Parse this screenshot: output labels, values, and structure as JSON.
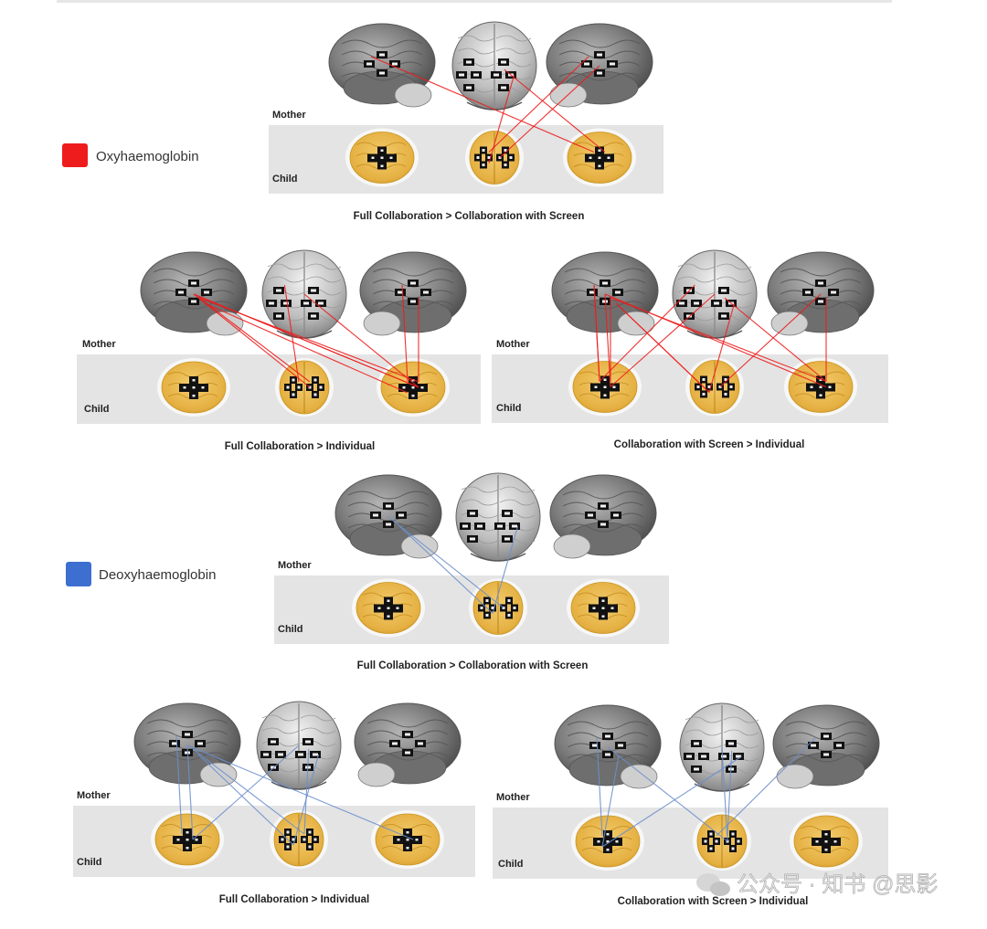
{
  "legend": [
    {
      "label": "Oxyhaemoglobin",
      "color": "#ee1c1c"
    },
    {
      "label": "Deoxyhaemoglobin",
      "color": "#3d6fd0"
    }
  ],
  "labels": {
    "mother": "Mother",
    "child": "Child"
  },
  "conditions": {
    "full_vs_screen": "Full Collaboration > Collaboration with Screen",
    "full_vs_individual": "Full Collaboration > Individual",
    "screen_vs_individual": "Collaboration with Screen > Individual"
  },
  "watermark": "公众号 · 知书 @思影",
  "colors": {
    "oxy_line": "#ee1c1c",
    "deoxy_line": "#6c8fcc",
    "panel_band": "#e4e4e4",
    "child_brain": "#e9b84c",
    "adult_brain": "#8c8c8c"
  },
  "panels": [
    {
      "id": "oxy-full-screen",
      "signal": "oxy",
      "title_key": "full_vs_screen",
      "connections": [
        [
          1,
          2,
          1
        ],
        [
          2,
          0,
          1
        ],
        [
          2,
          1,
          1
        ],
        [
          1,
          3,
          2
        ],
        [
          3,
          0,
          2
        ]
      ]
    },
    {
      "id": "oxy-full-individual",
      "signal": "oxy",
      "title_key": "full_vs_individual",
      "connections": [
        [
          0,
          1,
          2
        ],
        [
          0,
          2,
          2
        ],
        [
          0,
          3,
          2
        ],
        [
          1,
          1,
          2
        ],
        [
          2,
          0,
          2
        ],
        [
          3,
          1,
          2
        ],
        [
          0,
          1,
          1
        ],
        [
          3,
          3,
          1
        ],
        [
          2,
          3,
          2
        ],
        [
          1,
          0,
          1
        ]
      ]
    },
    {
      "id": "oxy-screen-individual",
      "signal": "oxy",
      "title_key": "screen_vs_individual",
      "connections": [
        [
          0,
          1,
          0
        ],
        [
          0,
          2,
          1
        ],
        [
          0,
          3,
          2
        ],
        [
          1,
          0,
          0
        ],
        [
          1,
          2,
          1
        ],
        [
          1,
          3,
          2
        ],
        [
          1,
          1,
          0
        ],
        [
          2,
          1,
          1
        ],
        [
          2,
          3,
          2
        ],
        [
          3,
          0,
          0
        ],
        [
          3,
          2,
          1
        ],
        [
          3,
          1,
          2
        ],
        [
          0,
          0,
          0
        ],
        [
          3,
          3,
          0
        ]
      ]
    },
    {
      "id": "deoxy-full-screen",
      "signal": "deoxy",
      "title_key": "full_vs_screen",
      "connections": [
        [
          0,
          1,
          1
        ],
        [
          0,
          2,
          1
        ],
        [
          1,
          2,
          1
        ]
      ]
    },
    {
      "id": "deoxy-full-individual",
      "signal": "deoxy",
      "title_key": "full_vs_individual",
      "connections": [
        [
          0,
          0,
          0
        ],
        [
          0,
          1,
          0
        ],
        [
          1,
          1,
          0
        ],
        [
          0,
          2,
          1
        ],
        [
          1,
          2,
          1
        ],
        [
          0,
          3,
          1
        ],
        [
          1,
          3,
          1
        ],
        [
          3,
          1,
          2
        ]
      ]
    },
    {
      "id": "deoxy-screen-individual",
      "signal": "deoxy",
      "title_key": "screen_vs_individual",
      "connections": [
        [
          0,
          0,
          0
        ],
        [
          0,
          1,
          1
        ],
        [
          1,
          1,
          1
        ],
        [
          0,
          2,
          0
        ],
        [
          1,
          3,
          1
        ],
        [
          1,
          2,
          0
        ],
        [
          2,
          0,
          1
        ]
      ]
    }
  ]
}
